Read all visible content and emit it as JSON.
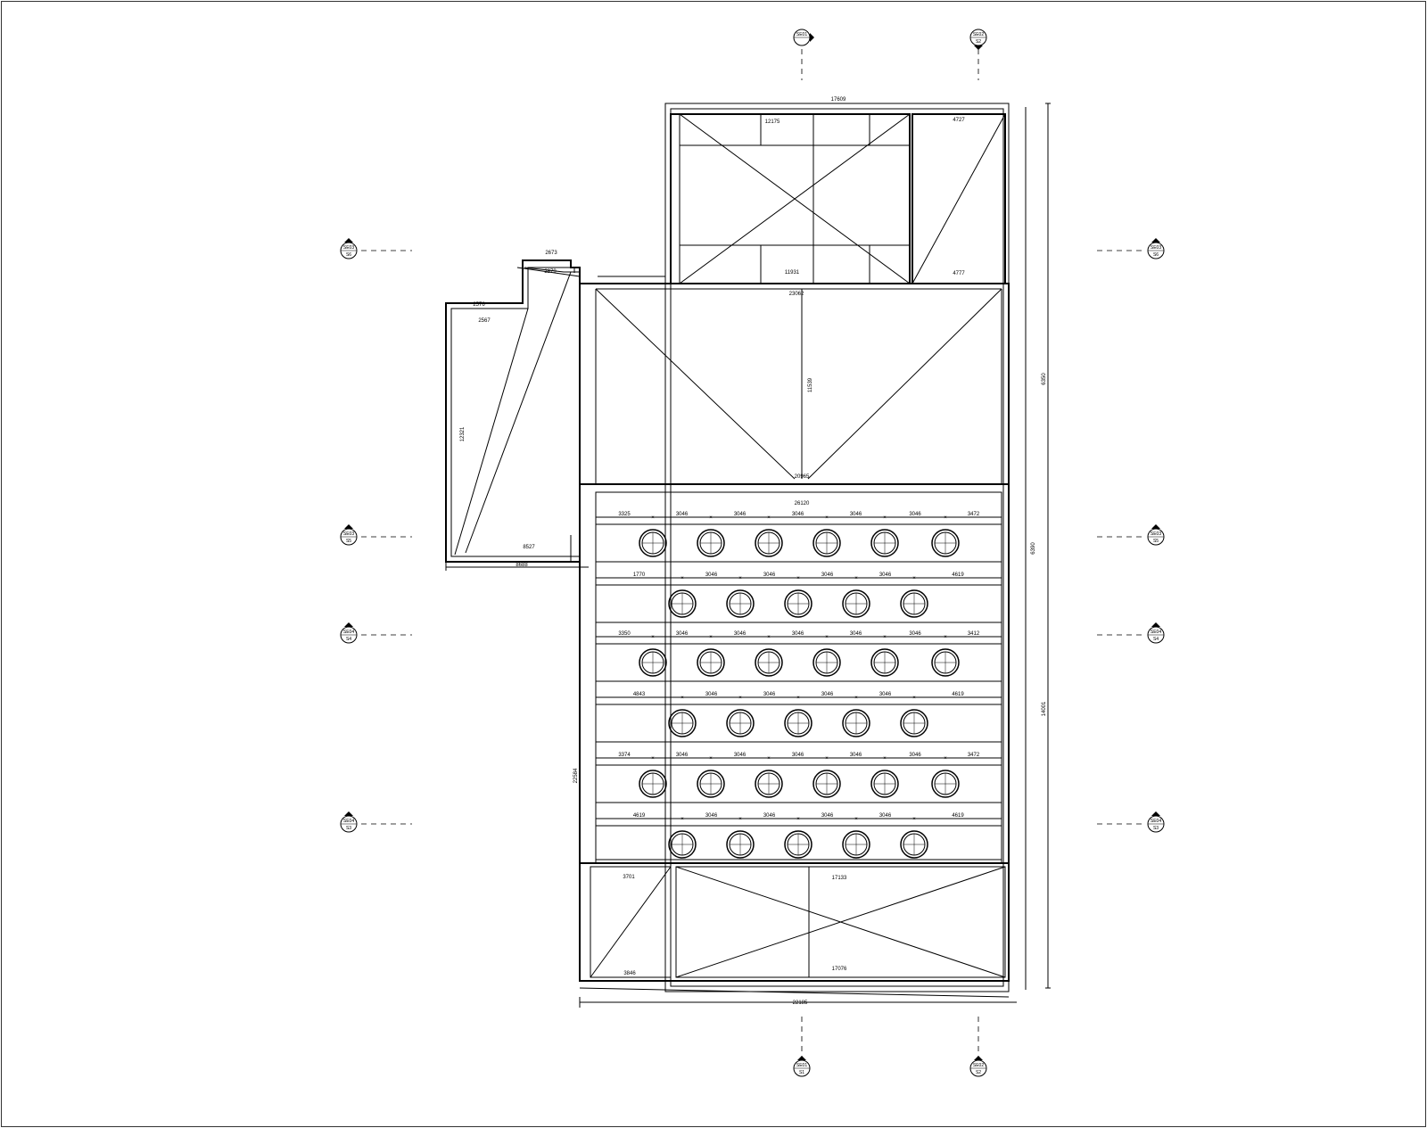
{
  "colors": {
    "line": "#000000",
    "background": "#ffffff",
    "frame": "#333333"
  },
  "section_markers": {
    "top": [
      {
        "code": "SE01",
        "sheet": ""
      },
      {
        "code": "SE02",
        "sheet": "S2"
      }
    ],
    "bottom": [
      {
        "code": "SE01",
        "sheet": "S1"
      },
      {
        "code": "SE02",
        "sheet": "S2"
      }
    ],
    "left": [
      {
        "code": "SE03",
        "sheet": "S6"
      },
      {
        "code": "SE03",
        "sheet": "S5"
      },
      {
        "code": "SE04",
        "sheet": "S4"
      },
      {
        "code": "SE04",
        "sheet": "S3"
      }
    ],
    "right": [
      {
        "code": "SE03",
        "sheet": "S6"
      },
      {
        "code": "SE03",
        "sheet": "S5"
      },
      {
        "code": "SE04",
        "sheet": "S4"
      },
      {
        "code": "SE04",
        "sheet": "S3"
      }
    ]
  },
  "dimensions": {
    "top_overall": "17609",
    "room_top_left": "12175",
    "room_top_right": "4727",
    "room_top_left_bottom": "11931",
    "room_top_right_bottom": "4777",
    "hall_top": "23062",
    "hall_height": "11539",
    "hall_bottom": "20965",
    "pool_width": "26120",
    "bottom_overall": "22185",
    "bottom_room_right": "17133",
    "bottom_room_right_bottom": "17076",
    "bottom_room_left": "3701",
    "bottom_room_left_bottom": "3846",
    "left_wall": "22584",
    "wing_1": "2673",
    "wing_2": "2879",
    "wing_3": "2576",
    "wing_4": "2567",
    "wing_5": "8527",
    "wing_6": "8688",
    "wing_height": "12321",
    "right_a": "6350",
    "right_b": "14001",
    "right_c": "6390"
  },
  "pool_rows": [
    {
      "left": "3325",
      "gaps": [
        "3046",
        "3046",
        "3046",
        "3046",
        "3046"
      ],
      "right": "3472"
    },
    {
      "left": "1770",
      "gaps": [
        "3046",
        "3046",
        "3046",
        "3046"
      ],
      "right": "4619"
    },
    {
      "left": "3350",
      "gaps": [
        "3046",
        "3046",
        "3046",
        "3046",
        "3046"
      ],
      "right": "3412"
    },
    {
      "left": "4843",
      "gaps": [
        "3046",
        "3046",
        "3046",
        "3046"
      ],
      "right": "4619"
    },
    {
      "left": "3374",
      "gaps": [
        "3046",
        "3046",
        "3046",
        "3046",
        "3046"
      ],
      "right": "3472"
    },
    {
      "left": "4619",
      "gaps": [
        "3046",
        "3046",
        "3046",
        "3046"
      ],
      "right": "4619"
    }
  ]
}
